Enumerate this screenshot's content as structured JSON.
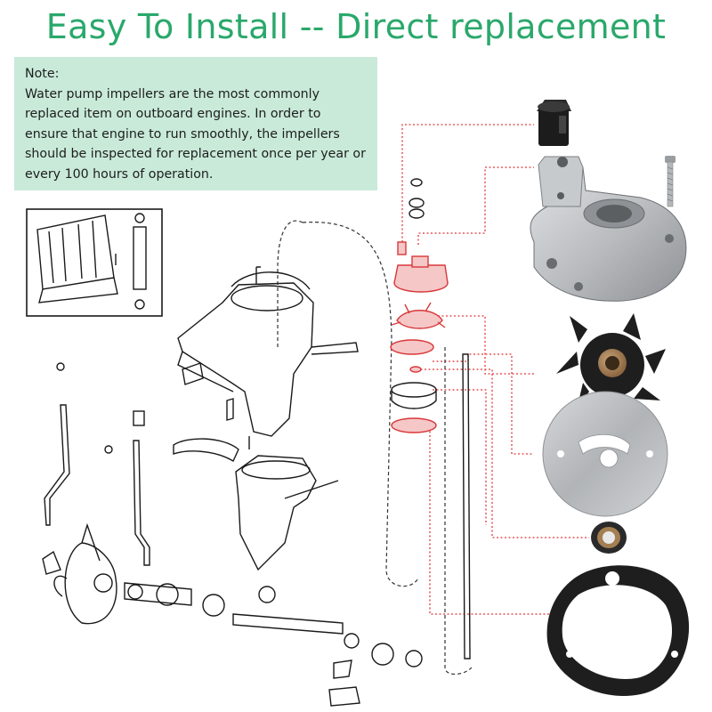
{
  "title": "Easy To Install -- Direct replacement",
  "note": {
    "heading": "Note:",
    "body": "Water pump impellers are the most commonly replaced item on outboard engines. In order to ensure that engine to run smoothly, the impellers should be inspected for replacement once per year or every 100 hours of operation."
  },
  "colors": {
    "title": "#2aa86b",
    "note_background": "#c9ead9",
    "highlight_parts": "#d9383a",
    "leader_lines": "#e0393c",
    "metal": "#b9bcbf",
    "rubber": "#1c1c1c"
  },
  "icons": [
    "bushing-icon",
    "pump-housing-icon",
    "screw-icon",
    "impeller-icon",
    "wear-plate-icon",
    "oil-seal-icon",
    "gasket-icon"
  ]
}
